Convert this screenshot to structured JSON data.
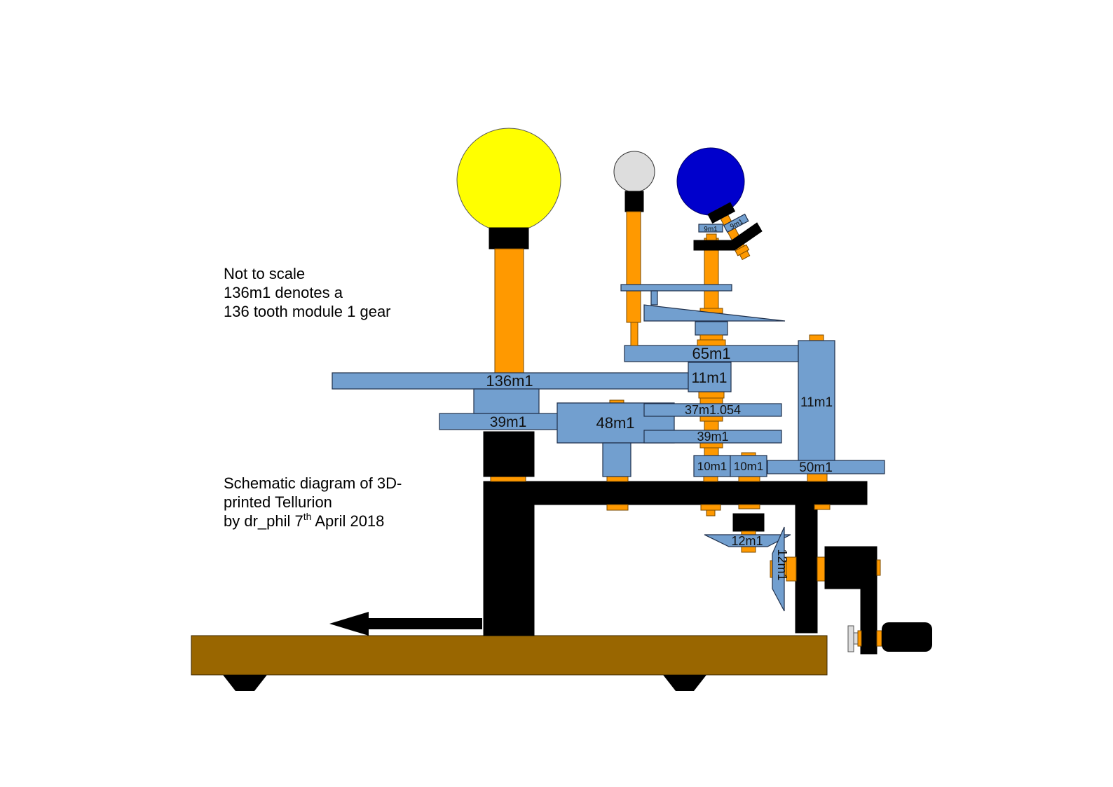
{
  "notes": {
    "line1": "Not to scale",
    "line2": "136m1 denotes a",
    "line3": "136 tooth module 1 gear"
  },
  "caption": {
    "line1": "Schematic diagram of 3D-",
    "line2": "printed Tellurion",
    "line3_pre": "by dr_phil 7",
    "line3_sup": "th",
    "line3_post": " April 2018"
  },
  "gears": {
    "g136": "136m1",
    "g39_left": "39m1",
    "g48": "48m1",
    "g37": "37m1.054",
    "g39_right": "39m1",
    "g65": "65m1",
    "g11_center": "11m1",
    "g11_vertical": "11m1",
    "g10_a": "10m1",
    "g10_b": "10m1",
    "g50": "50m1",
    "g12_horizontal": "12m1",
    "g12_vertical": "12m1",
    "g9_flat": "9m1",
    "g9_tilted": "9m1"
  },
  "colors": {
    "gear": "#729fcf",
    "shaft": "#ff9900",
    "frame": "#000000",
    "base": "#996600",
    "sun": "#ffff00",
    "earth": "#0000cc",
    "moon": "#dddddd"
  }
}
